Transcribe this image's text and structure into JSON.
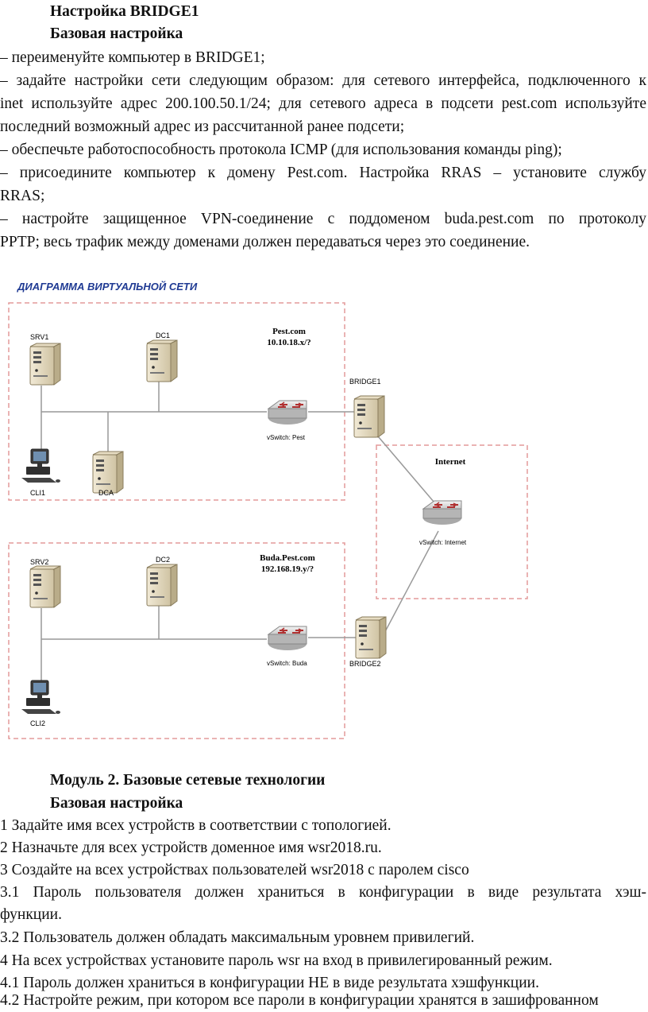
{
  "section1": {
    "title": "Настройка BRIDGE1",
    "subtitle": "Базовая настройка",
    "lines": [
      "– переименуйте компьютер в BRIDGE1;",
      "– задайте настройки сети следующим образом: для сетевого интерфейса, подключенного к",
      "inet используйте адрес 200.100.50.1/24; для сетевого адреса в подсети pest.com используйте",
      "последний возможный адрес из рассчитанной ранее подсети;",
      "– обеспечьте работоспособность протокола ICMP (для использования команды ping);",
      "– присоедините компьютер к домену Pest.com. Настройка RRAS – установите службу",
      "RRAS;",
      "– настройте защищенное VPN-соединение с поддоменом buda.pest.com по протоколу",
      "PPTP; весь трафик между доменами должен передаваться через это соединение."
    ]
  },
  "diagram": {
    "title": "ДИАГРАММА ВИРТУАЛЬНОЙ СЕТИ",
    "pest_domain": "Pest.com",
    "pest_subnet": "10.10.18.x/?",
    "buda_domain": "Buda.Pest.com",
    "buda_subnet": "192.168.19.y/?",
    "internet_label": "Internet",
    "nodes": {
      "srv1": "SRV1",
      "dc1": "DC1",
      "cli1": "CLI1",
      "dca": "DCA",
      "bridge1": "BRIDGE1",
      "vswitch_pest": "vSwitch: Pest",
      "vswitch_internet": "vSwitch: Internet",
      "srv2": "SRV2",
      "dc2": "DC2",
      "cli2": "CLI2",
      "bridge2": "BRIDGE2",
      "vswitch_buda": "vSwitch: Buda"
    },
    "colors": {
      "dashed_border": "#e39a9a",
      "title_text": "#1f3a93",
      "link": "#999999"
    }
  },
  "section2": {
    "title": "Модуль 2. Базовые сетевые технологии",
    "subtitle": "Базовая настройка",
    "lines": [
      "1 Задайте имя всех устройств в соответствии с топологией.",
      "2 Назначьте для всех устройств доменное имя wsr2018.ru.",
      "3 Создайте на всех устройствах пользователей wsr2018 с паролем cisco",
      "3.1 Пароль пользователя должен храниться в конфигурации в виде результата хэш-",
      "функции.",
      "3.2 Пользователь должен обладать максимальным уровнем привилегий.",
      "4 На всех устройствах установите пароль wsr на вход в привилегированный режим.",
      "4.1 Пароль должен храниться в конфигурации НЕ в виде результата хэшфункции.",
      "4.2 Настройте режим, при котором все пароли в конфигурации хранятся в зашифрованном"
    ]
  }
}
